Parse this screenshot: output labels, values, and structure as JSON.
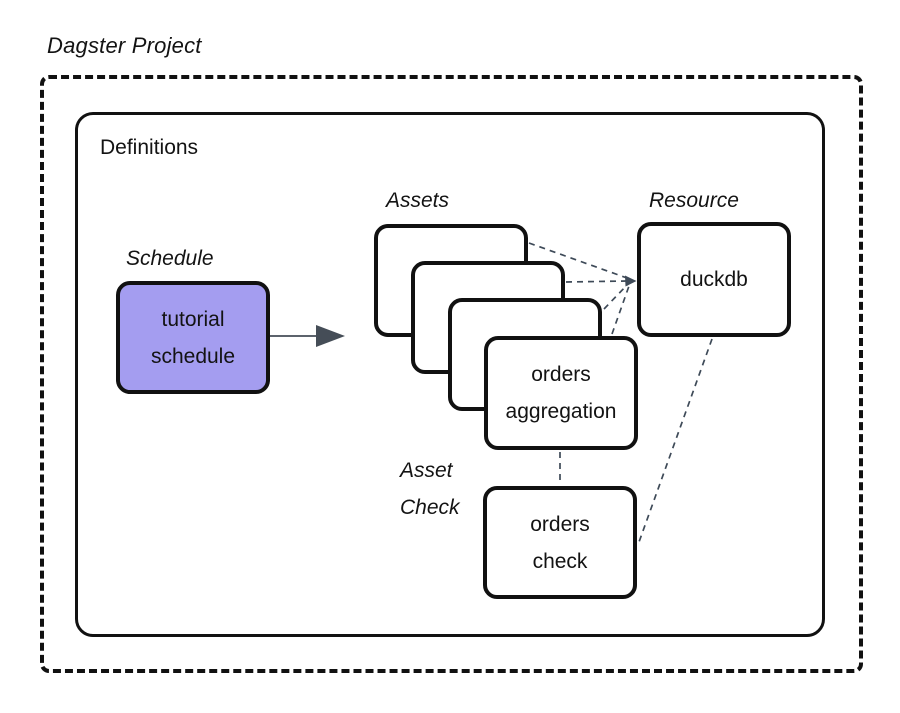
{
  "title": "Dagster Project",
  "definitions": {
    "label": "Definitions"
  },
  "groups": {
    "schedule_label": "Schedule",
    "assets_label": "Assets",
    "resource_label": "Resource",
    "asset_check_label": "Asset\nCheck"
  },
  "nodes": {
    "tutorial_schedule": {
      "line1": "tutorial",
      "line2": "schedule"
    },
    "orders_aggregation": {
      "line1": "orders",
      "line2": "aggregation"
    },
    "duckdb": {
      "label": "duckdb"
    },
    "orders_check": {
      "line1": "orders",
      "line2": "check"
    }
  },
  "colors": {
    "border": "#111111",
    "schedule_fill": "#A49DF0",
    "connector": "#3E4A58",
    "arrow": "#454D57",
    "background": "#FFFFFF"
  }
}
